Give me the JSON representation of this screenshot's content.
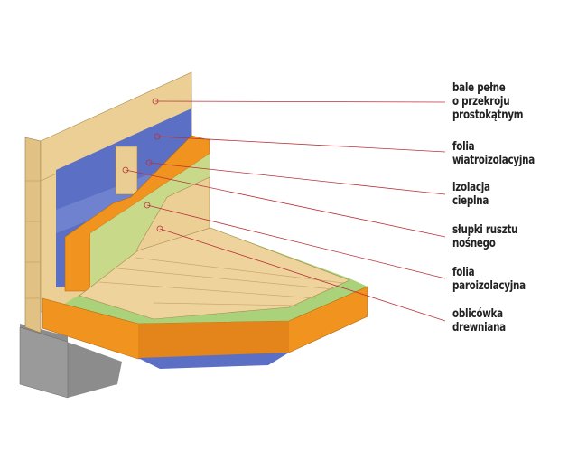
{
  "title": "Przekrój ściany i podłogi",
  "labels": [
    {
      "line1": "bale pełne",
      "line2": "o przekroju",
      "line3": "prostokątnym"
    },
    {
      "line1": "folia",
      "line2": "wiatroizolacyjna"
    },
    {
      "line1": "izolacja",
      "line2": "cieplna"
    },
    {
      "line1": "słupki rusztu",
      "line2": "nośnego"
    },
    {
      "line1": "folia",
      "line2": "paroizolacyjna"
    },
    {
      "line1": "oblicówka",
      "line2": "drewniana"
    }
  ],
  "colors": {
    "wood": "#eccf95",
    "membrane": "#5b6fc4",
    "insulation": "#c9d98a",
    "orange": "#f0931f",
    "leader": "#b8333a",
    "concrete": "#8a8a8a"
  }
}
